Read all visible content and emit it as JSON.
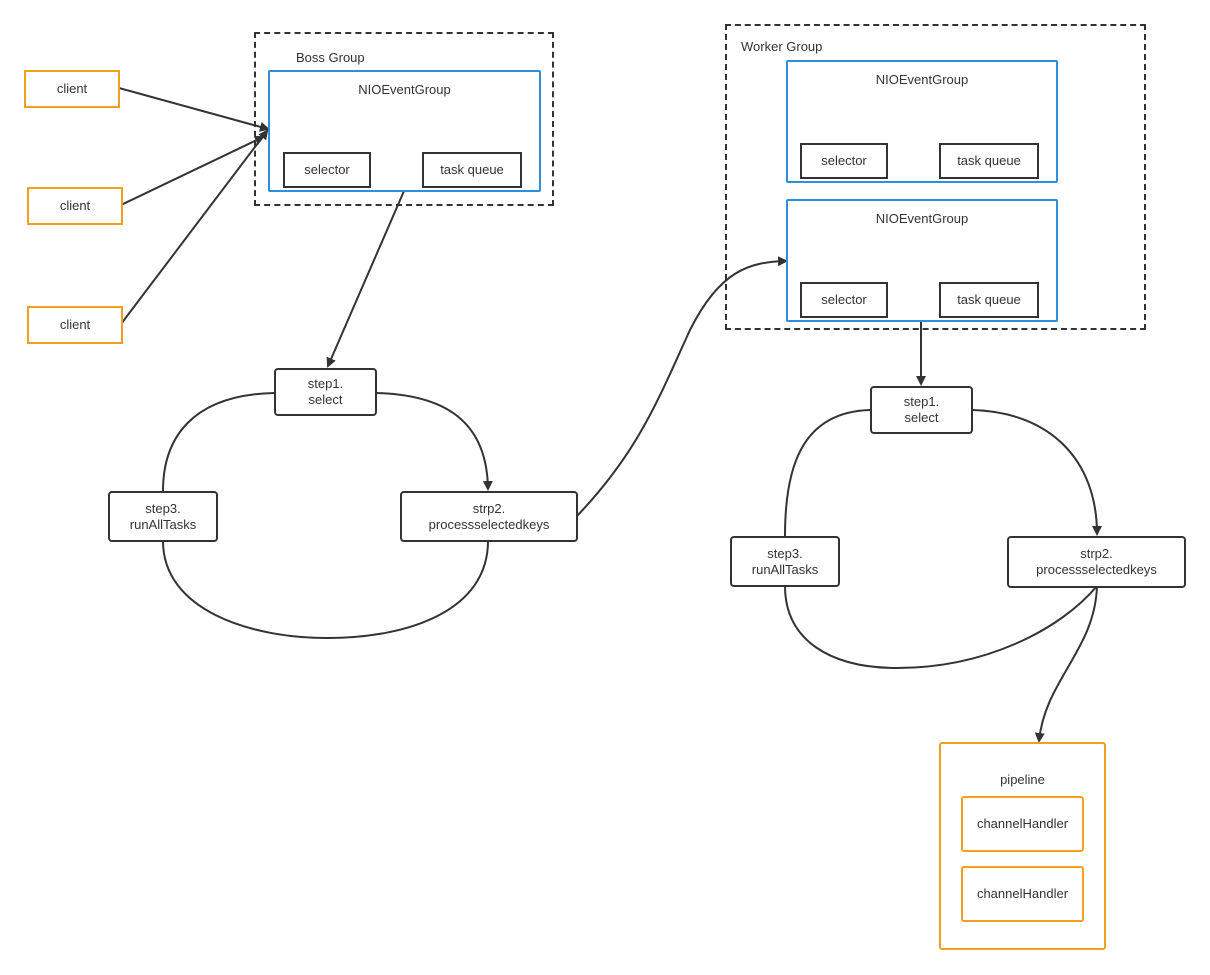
{
  "clients": [
    "client",
    "client",
    "client"
  ],
  "boss_group": {
    "title": "Boss Group",
    "event_group": {
      "title": "NIOEventGroup",
      "selector": "selector",
      "task_queue": "task queue"
    },
    "loop": {
      "step1": [
        "step1.",
        "select"
      ],
      "step2": [
        "strp2.",
        "processselectedkeys"
      ],
      "step3": [
        "step3.",
        "runAllTasks"
      ]
    }
  },
  "worker_group": {
    "title": "Worker Group",
    "event_groups": [
      {
        "title": "NIOEventGroup",
        "selector": "selector",
        "task_queue": "task queue"
      },
      {
        "title": "NIOEventGroup",
        "selector": "selector",
        "task_queue": "task queue"
      }
    ],
    "loop": {
      "step1": [
        "step1.",
        "select"
      ],
      "step2": [
        "strp2.",
        "processselectedkeys"
      ],
      "step3": [
        "step3.",
        "runAllTasks"
      ]
    }
  },
  "pipeline": {
    "title": "pipeline",
    "handlers": [
      "channelHandler",
      "channelHandler"
    ]
  },
  "colors": {
    "line": "#333333",
    "blue": "#2f8fdc",
    "orange": "#f0a01e"
  }
}
